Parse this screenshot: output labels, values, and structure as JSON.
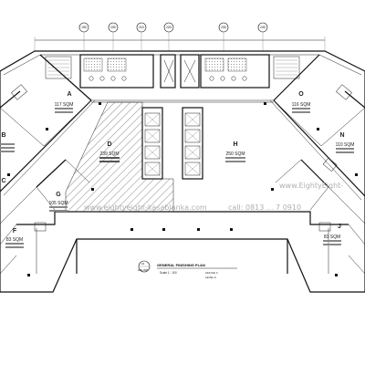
{
  "grid_tags": [
    "19D",
    "20D",
    "21D",
    "22D",
    "23D",
    "24D"
  ],
  "units": [
    {
      "letter": "A",
      "area": "117 SQM"
    },
    {
      "letter": "B",
      "area": ""
    },
    {
      "letter": "C",
      "area": ""
    },
    {
      "letter": "D",
      "area": "239 SQM"
    },
    {
      "letter": "F",
      "area": "83 SQM"
    },
    {
      "letter": "G",
      "area": "105 SQM"
    },
    {
      "letter": "H",
      "area": "250 SQM"
    },
    {
      "letter": "J",
      "area": "83 SQM"
    },
    {
      "letter": "N",
      "area": "110 SQM"
    },
    {
      "letter": "O",
      "area": "116 SQM"
    }
  ],
  "title_block": {
    "number": "01",
    "code": "A02-805",
    "title": "GENERAL FINISHING PLAN",
    "scale": "Scale 1 : 100",
    "ref_1": "OFFICE 3",
    "ref_2": "LEVEL 6"
  },
  "watermark": {
    "url_left": "www.eightyeight-kasablanka.com",
    "phone": "call: 0813 ... 7 0910",
    "url_right": "www.EightyEight-"
  }
}
